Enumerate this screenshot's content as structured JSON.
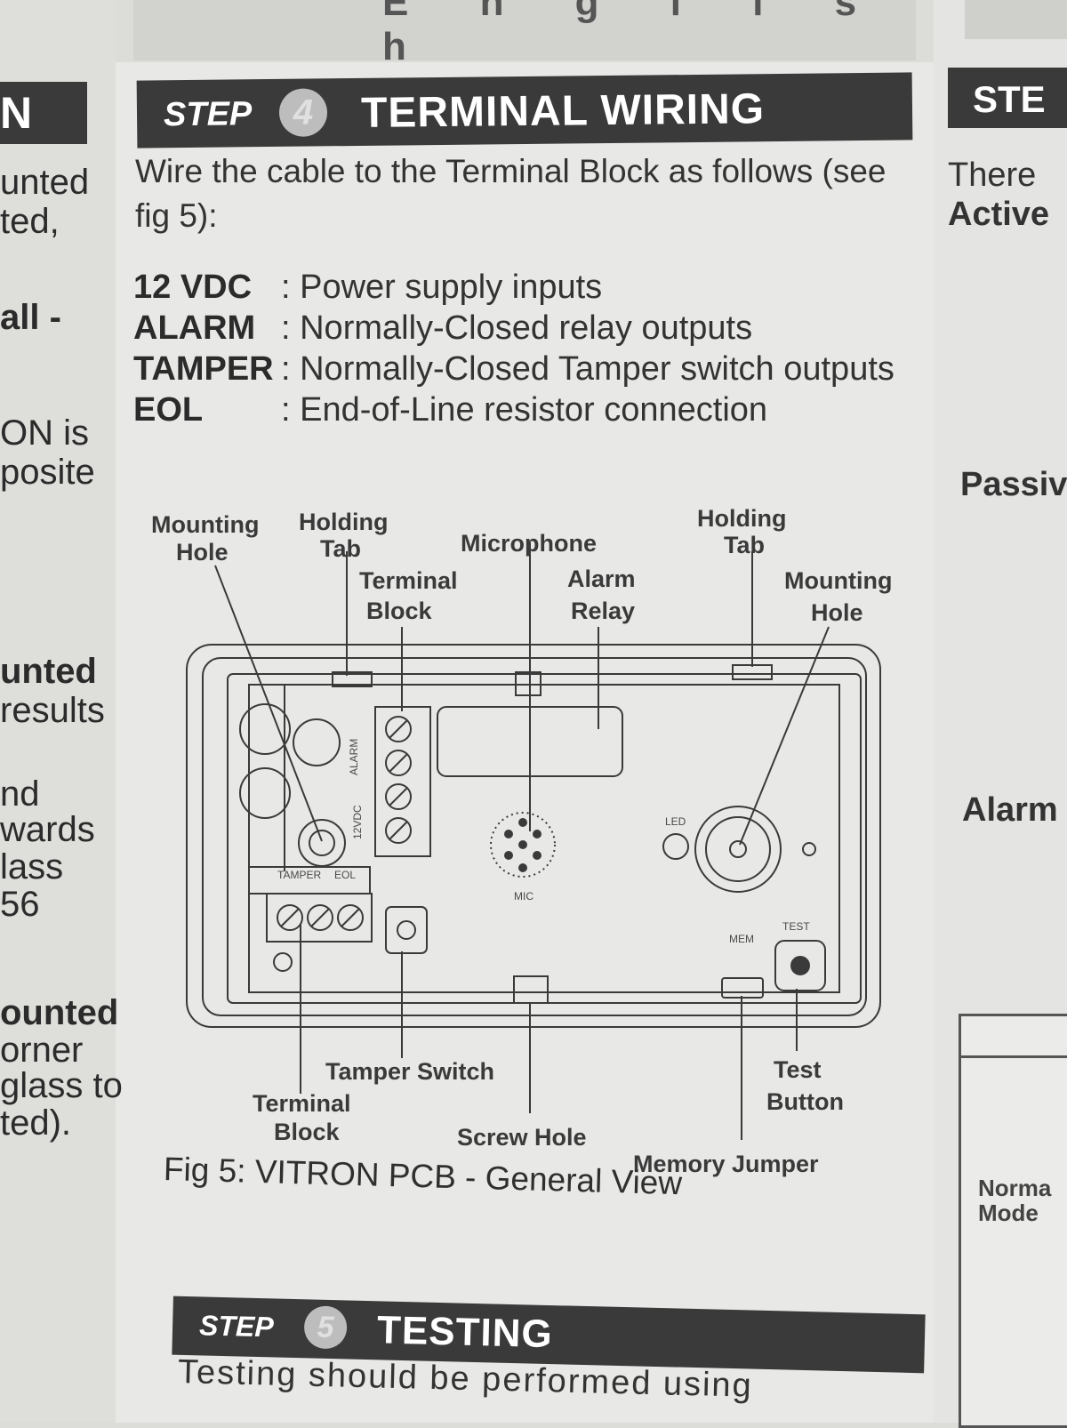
{
  "top_strip_glyphs": "E n g l i s h",
  "left_column": {
    "header": "N",
    "fragments": [
      "unted",
      "ted,",
      "all -",
      "ON is",
      "posite",
      "unted",
      "results",
      "nd",
      "wards",
      "lass",
      "56",
      "ounted",
      "orner",
      "glass to",
      "ted)."
    ]
  },
  "step4": {
    "step_word": "STEP",
    "number": "4",
    "title": "TERMINAL WIRING",
    "intro": "Wire the cable to the Terminal Block as follows (see fig 5):",
    "definitions": [
      {
        "term": "12 VDC",
        "desc": ": Power supply inputs"
      },
      {
        "term": "ALARM",
        "desc": ": Normally-Closed relay outputs"
      },
      {
        "term": "TAMPER",
        "desc": ": Normally-Closed Tamper switch outputs"
      },
      {
        "term": "EOL",
        "desc": ": End-of-Line resistor connection"
      }
    ]
  },
  "figure": {
    "labels": {
      "mounting_hole_left_1": "Mounting",
      "mounting_hole_left_2": "Hole",
      "holding_tab_left_1": "Holding",
      "holding_tab_left_2": "Tab",
      "terminal_block_top_1": "Terminal",
      "terminal_block_top_2": "Block",
      "microphone": "Microphone",
      "alarm_relay_1": "Alarm",
      "alarm_relay_2": "Relay",
      "holding_tab_right_1": "Holding",
      "holding_tab_right_2": "Tab",
      "mounting_hole_right_1": "Mounting",
      "mounting_hole_right_2": "Hole",
      "tamper_switch": "Tamper Switch",
      "terminal_block_bottom_1": "Terminal",
      "terminal_block_bottom_2": "Block",
      "screw_hole": "Screw Hole",
      "test_button_1": "Test",
      "test_button_2": "Button",
      "memory_jumper": "Memory Jumper"
    },
    "board_marks": {
      "alarm": "ALARM",
      "vdc": "12VDC",
      "tamper": "TAMPER",
      "eol": "EOL",
      "led": "LED",
      "mic": "MIC",
      "mem": "MEM",
      "test": "TEST"
    },
    "caption": "Fig 5: VITRON PCB - General View"
  },
  "step5": {
    "step_word": "STEP",
    "number": "5",
    "title": "TESTING",
    "text": "Testing should be performed using"
  },
  "right_column": {
    "header": "STE",
    "fragments": [
      "There",
      "Active",
      "Passiv",
      "Alarm"
    ],
    "box_label_1": "Norma",
    "box_label_2": "Mode"
  }
}
